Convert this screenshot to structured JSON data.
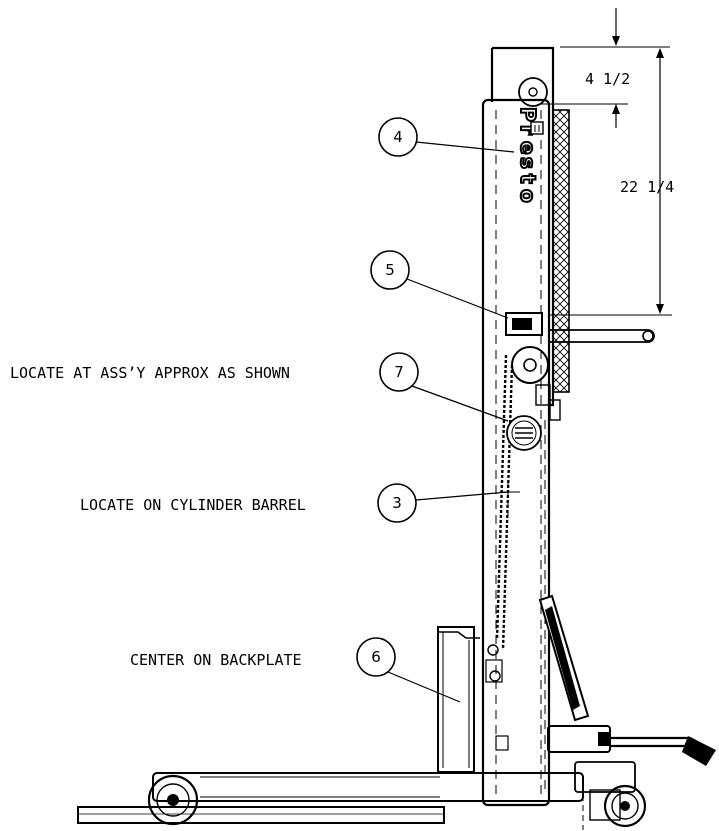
{
  "dimensions": {
    "top_offset": "4 1/2",
    "height": "22 1/4"
  },
  "callouts": [
    {
      "number": "4",
      "text": ""
    },
    {
      "number": "5",
      "text": ""
    },
    {
      "number": "7",
      "text": "LOCATE AT ASS’Y APPROX AS SHOWN"
    },
    {
      "number": "3",
      "text": "LOCATE ON CYLINDER BARREL"
    },
    {
      "number": "6",
      "text": "CENTER ON BACKPLATE"
    }
  ],
  "decal_letters": [
    "P",
    "r",
    "e",
    "s",
    "t",
    "o"
  ]
}
